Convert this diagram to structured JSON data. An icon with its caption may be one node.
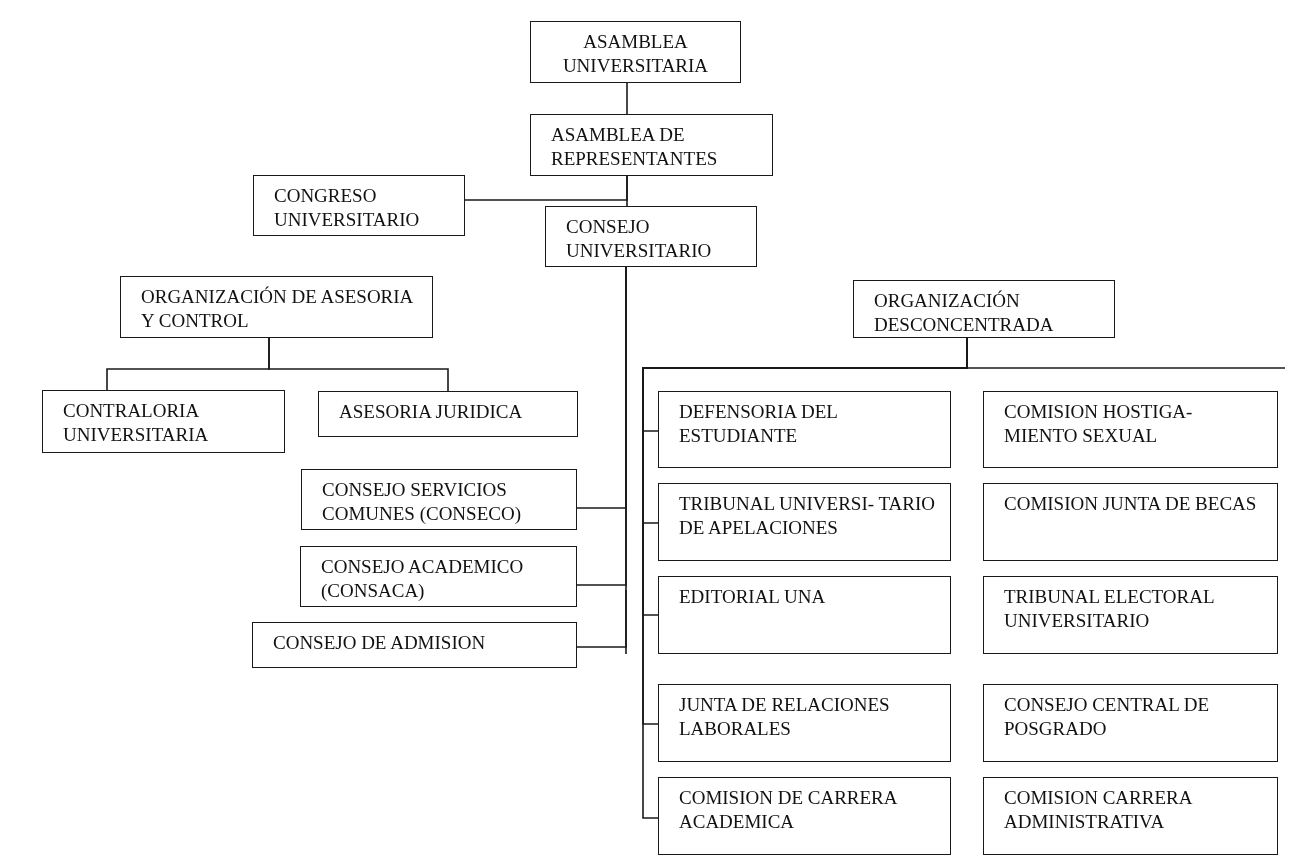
{
  "diagram": {
    "nodes": [
      {
        "text": [
          "ASAMBLEA UNIVERSITARIA"
        ]
      },
      {
        "text": [
          "ASAMBLEA DE REPRESENTANTES"
        ]
      },
      {
        "text": [
          "CONGRESO UNIVERSITARIO"
        ]
      },
      {
        "text": [
          "CONSEJO UNIVERSITARIO"
        ]
      },
      {
        "text": [
          "ORGANIZACIÓN DE ASESORIA Y CONTROL"
        ]
      },
      {
        "text": [
          "ORGANIZACIÓN DESCONCENTRADA"
        ]
      },
      {
        "text": [
          "CONTRALORIA UNIVERSITARIA"
        ]
      },
      {
        "text": [
          "ASESORIA JURIDICA"
        ]
      },
      {
        "text": [
          "CONSEJO SERVICIOS COMUNES (CONSECO)"
        ]
      },
      {
        "text": [
          "CONSEJO ACADEMICO (CONSACA)"
        ]
      },
      {
        "text": [
          "CONSEJO DE ADMISION"
        ]
      },
      {
        "text": [
          "DEFENSORIA DEL ESTUDIANTE"
        ]
      },
      {
        "text": [
          "COMISION HOSTIGA- MIENTO SEXUAL"
        ]
      },
      {
        "text": [
          "TRIBUNAL UNIVERSI- TARIO DE APELACIONES"
        ]
      },
      {
        "text": [
          "COMISION JUNTA DE BECAS"
        ]
      },
      {
        "text": [
          "EDITORIAL UNA"
        ]
      },
      {
        "text": [
          "TRIBUNAL ELECTORAL UNIVERSITARIO"
        ]
      },
      {
        "text": [
          "JUNTA DE RELACIONES LABORALES"
        ]
      },
      {
        "text": [
          "CONSEJO CENTRAL DE POSGRADO"
        ]
      },
      {
        "text": [
          "COMISION DE CARRERA ACADEMICA"
        ]
      },
      {
        "text": [
          "COMISION CARRERA ADMINISTRATIVA"
        ]
      }
    ],
    "edges": [
      {
        "from": 0,
        "to": 1,
        "arrow": "none"
      },
      {
        "from": 1,
        "to": 3,
        "arrow": "none"
      },
      {
        "from": 2,
        "to": 1,
        "arrow": "none"
      },
      {
        "from": 3,
        "to": 8,
        "arrow": "none"
      },
      {
        "from": 3,
        "to": 9,
        "arrow": "none"
      },
      {
        "from": 3,
        "to": 10,
        "arrow": "none"
      },
      {
        "from": 4,
        "to": 6,
        "arrow": "none"
      },
      {
        "from": 4,
        "to": 7,
        "arrow": "none"
      },
      {
        "from": 5,
        "to": 11,
        "arrow": "none"
      },
      {
        "from": 5,
        "to": 13,
        "arrow": "none"
      },
      {
        "from": 5,
        "to": 15,
        "arrow": "none"
      },
      {
        "from": 5,
        "to": 17,
        "arrow": "none"
      },
      {
        "from": 5,
        "to": 19,
        "arrow": "none"
      }
    ]
  }
}
